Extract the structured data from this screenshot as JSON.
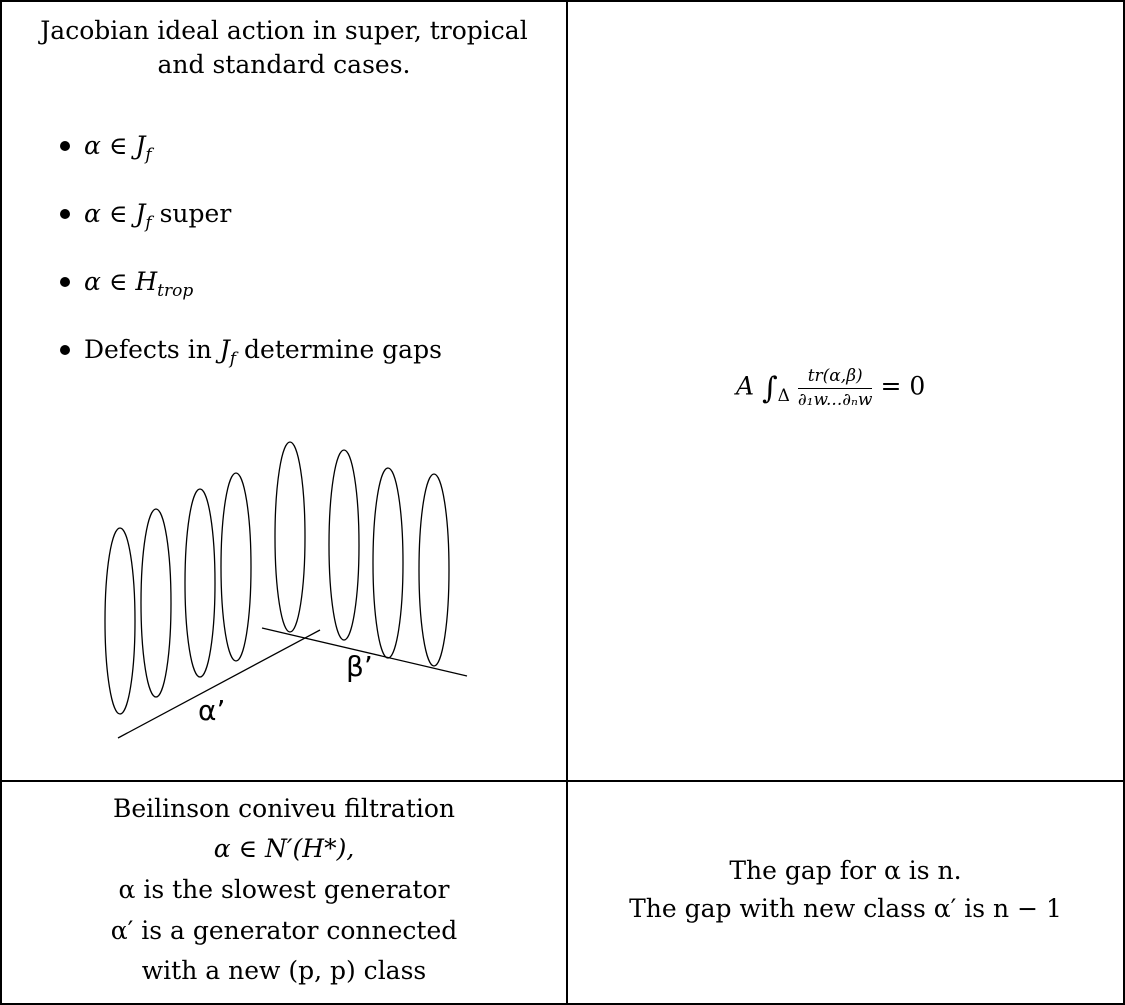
{
  "top_left": {
    "heading_line1": "Jacobian ideal action in super, tropical",
    "heading_line2": "and standard cases.",
    "bullets": [
      {
        "sym": "α",
        "rel": "∈",
        "set": "J",
        "set_sub": "f",
        "suffix": ""
      },
      {
        "sym": "α",
        "rel": "∈",
        "set": "J",
        "set_sub": "f",
        "suffix": "super"
      },
      {
        "sym": "α",
        "rel": "∈",
        "set": "H",
        "set_sub": "trop",
        "suffix": ""
      },
      {
        "prefix": "Defects in",
        "set": "J",
        "set_sub": "f",
        "suffix": "determine gaps"
      }
    ],
    "figure": {
      "label_alpha": "α’",
      "label_beta": "β’"
    }
  },
  "top_right": {
    "formula": {
      "coef": "A",
      "integral": "∫",
      "domain": "Δ",
      "numerator": "tr(α,β)",
      "denominator": "∂₁w...∂ₙw",
      "rhs": "= 0"
    }
  },
  "bottom_left": {
    "lines": [
      "Beilinson coniveu filtration",
      "α ∈ N′(H*),",
      "α is the slowest generator",
      "α′ is a generator connected",
      "with a new (p, p) class"
    ]
  },
  "bottom_right": {
    "lines": [
      "The gap for α is n.",
      "The gap with new class α′ is n − 1"
    ]
  }
}
